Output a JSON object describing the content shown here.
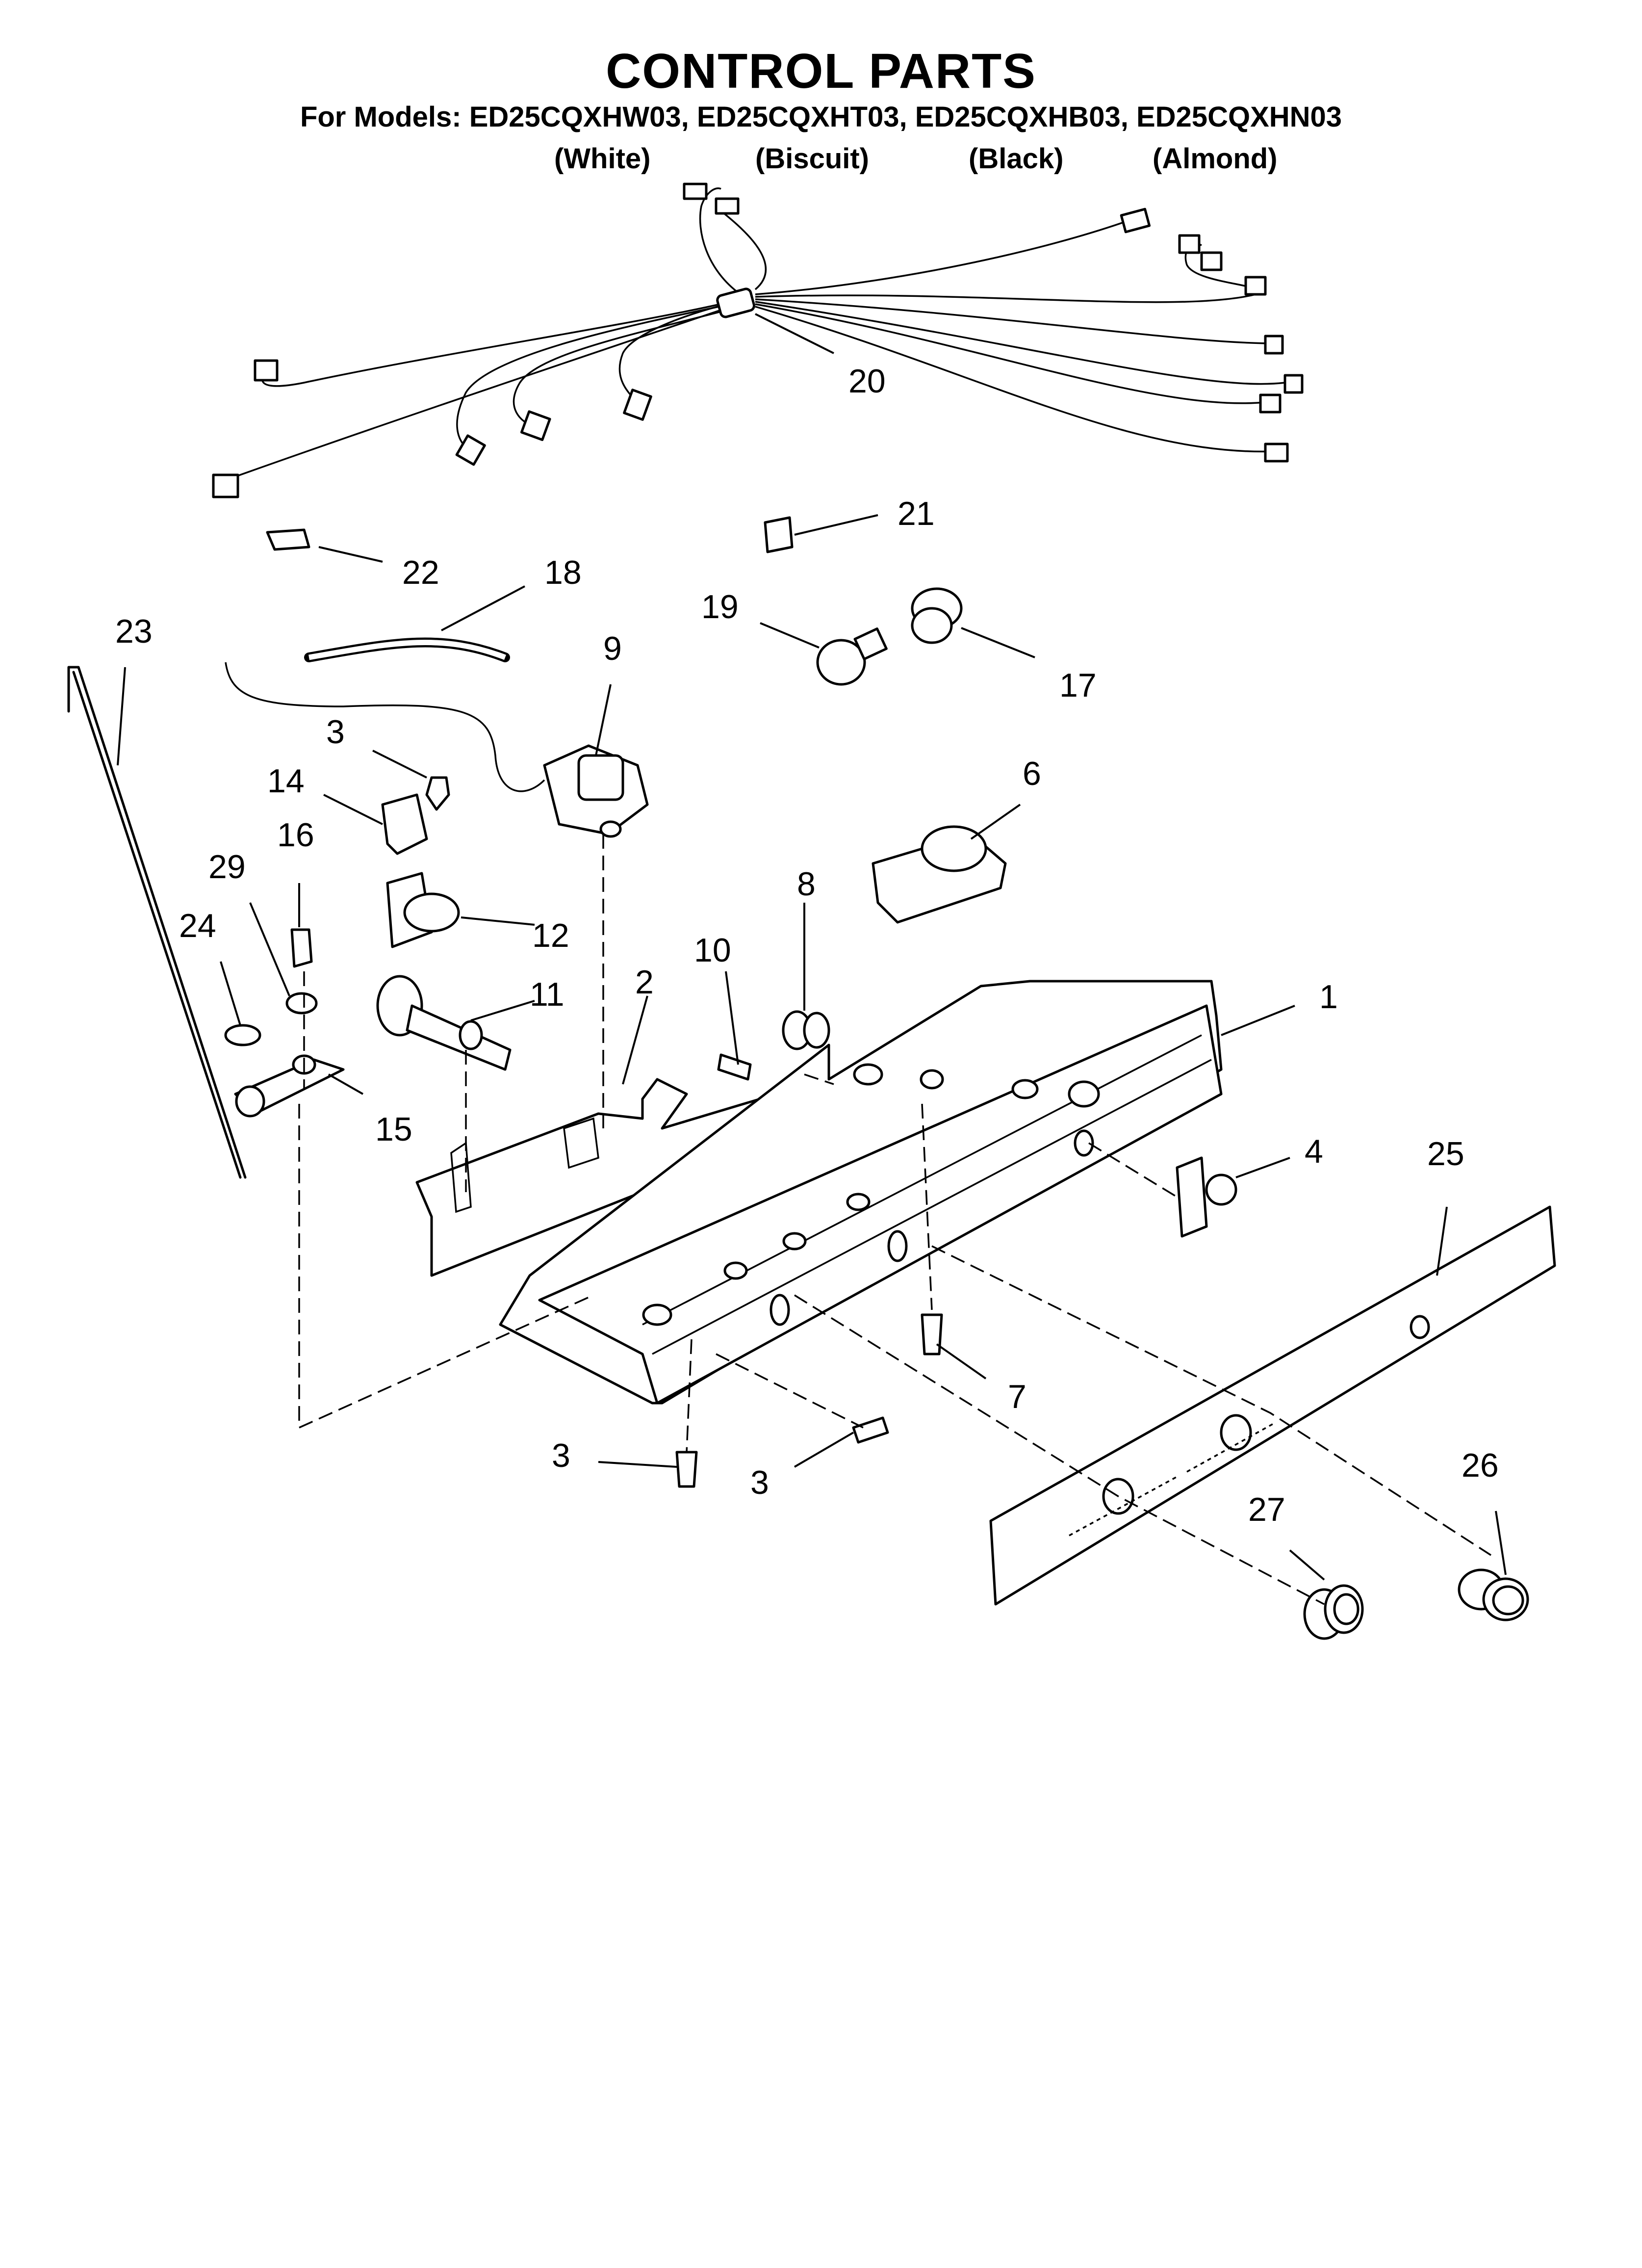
{
  "title": "CONTROL PARTS",
  "models_line": "For Models: ED25CQXHW03, ED25CQXHT03, ED25CQXHB03, ED25CQXHN03",
  "variants": [
    "(White)",
    "(Biscuit)",
    "(Black)",
    "(Almond)"
  ],
  "callouts": [
    {
      "id": "c20",
      "text": "20"
    },
    {
      "id": "c21",
      "text": "21"
    },
    {
      "id": "c22",
      "text": "22"
    },
    {
      "id": "c18",
      "text": "18"
    },
    {
      "id": "c19",
      "text": "19"
    },
    {
      "id": "c17",
      "text": "17"
    },
    {
      "id": "c23",
      "text": "23"
    },
    {
      "id": "c9",
      "text": "9"
    },
    {
      "id": "c3a",
      "text": "3"
    },
    {
      "id": "c14",
      "text": "14"
    },
    {
      "id": "c6",
      "text": "6"
    },
    {
      "id": "c16",
      "text": "16"
    },
    {
      "id": "c29",
      "text": "29"
    },
    {
      "id": "c8",
      "text": "8"
    },
    {
      "id": "c12",
      "text": "12"
    },
    {
      "id": "c24",
      "text": "24"
    },
    {
      "id": "c10",
      "text": "10"
    },
    {
      "id": "c2",
      "text": "2"
    },
    {
      "id": "c11",
      "text": "11"
    },
    {
      "id": "c1",
      "text": "1"
    },
    {
      "id": "c15",
      "text": "15"
    },
    {
      "id": "c4",
      "text": "4"
    },
    {
      "id": "c25",
      "text": "25"
    },
    {
      "id": "c7",
      "text": "7"
    },
    {
      "id": "c3b",
      "text": "3"
    },
    {
      "id": "c3c",
      "text": "3"
    },
    {
      "id": "c26",
      "text": "26"
    },
    {
      "id": "c27",
      "text": "27"
    }
  ]
}
